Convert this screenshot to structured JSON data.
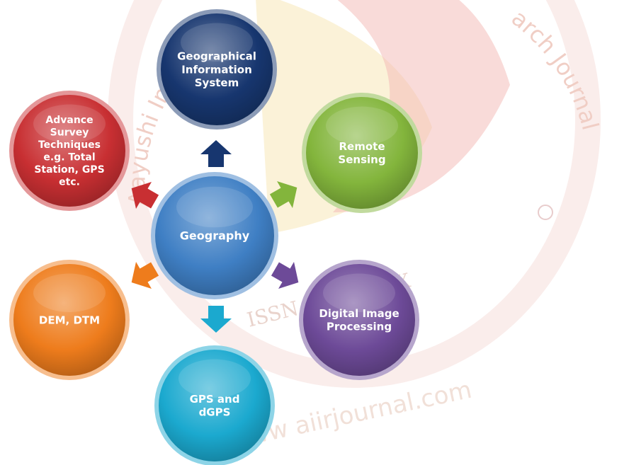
{
  "center": {
    "label": "Geography",
    "color": "#3f7fc4"
  },
  "nodes": [
    {
      "id": "gis",
      "lines": [
        "Geographical",
        "Information",
        "System"
      ],
      "color": "#17366f"
    },
    {
      "id": "remote-sensing",
      "lines": [
        "Remote",
        "Sensing"
      ],
      "color": "#83b53c"
    },
    {
      "id": "digital-image-processing",
      "lines": [
        "Digital Image",
        "Processing"
      ],
      "color": "#6d4a98"
    },
    {
      "id": "gps-dgps",
      "lines": [
        "GPS and",
        "dGPS"
      ],
      "color": "#1ba9cf"
    },
    {
      "id": "dem-dtm",
      "lines": [
        "DEM, DTM"
      ],
      "color": "#ee7c1c"
    },
    {
      "id": "advance-survey",
      "lines": [
        "Advance",
        "Survey",
        "Techniques",
        "e.g. Total",
        "Station, GPS",
        "etc."
      ],
      "color": "#c82f32"
    }
  ],
  "watermark": {
    "arc_left": "Aayushi Inte",
    "arc_right": "arch Journal",
    "issn": "ISSN 2349-638X",
    "url": "www aiirjournal.com"
  }
}
